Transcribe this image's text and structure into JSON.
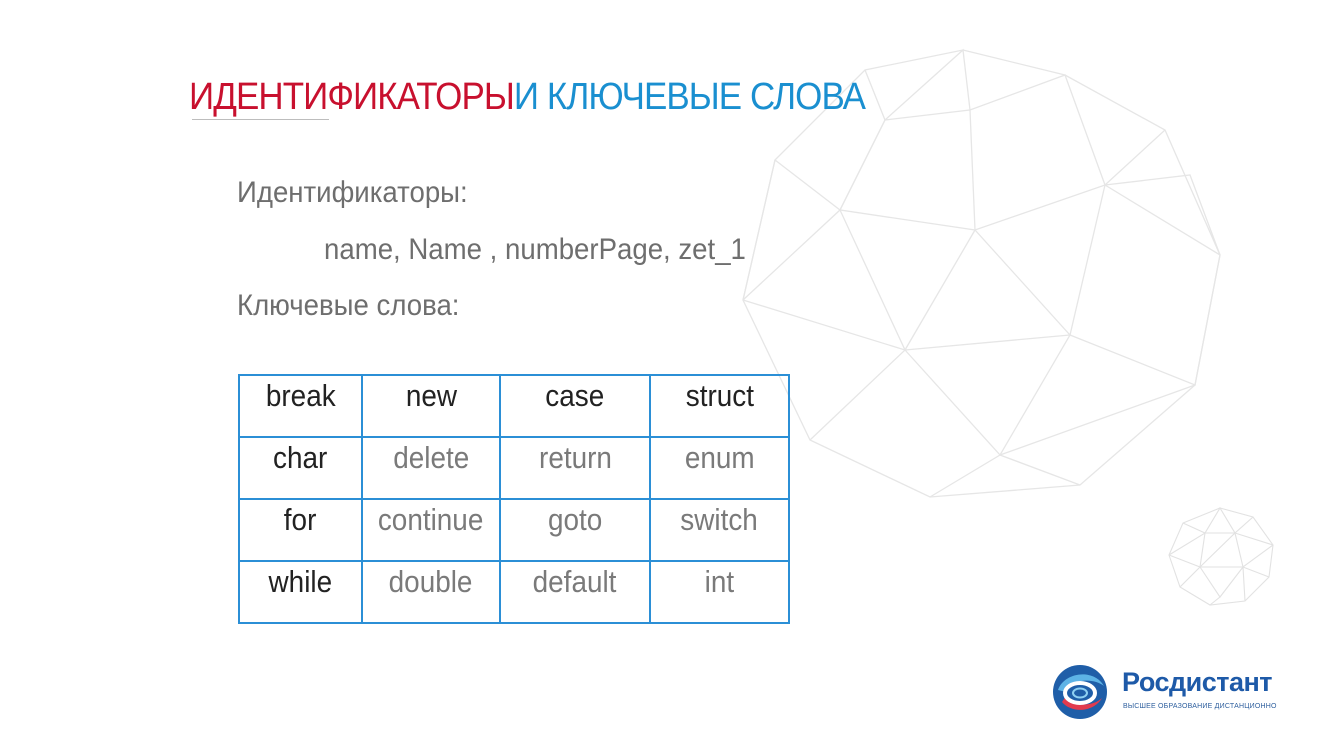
{
  "slide": {
    "title_part1": "ИДЕНТИФИКАТОРЫ",
    "title_part2": "И КЛЮЧЕВЫЕ СЛОВА",
    "identifiers_label": "Идентификаторы:",
    "identifiers_examples": "name,  Name , numberPage, zet_1",
    "keywords_label": "Ключевые слова:"
  },
  "keywords_table": {
    "rows": [
      [
        "break",
        "new",
        "case",
        "struct"
      ],
      [
        "char",
        "delete",
        "return",
        "enum"
      ],
      [
        "for",
        "continue",
        "goto",
        "switch"
      ],
      [
        "while",
        "double",
        "default",
        "int"
      ]
    ]
  },
  "logo": {
    "name": "Росдистант",
    "tagline": "ВЫСШЕЕ ОБРАЗОВАНИЕ ДИСТАНЦИОННО"
  },
  "colors": {
    "title_red": "#c8102e",
    "title_blue": "#1a8fd0",
    "table_border": "#2b8fd6",
    "logo_blue": "#1e5aa8"
  }
}
